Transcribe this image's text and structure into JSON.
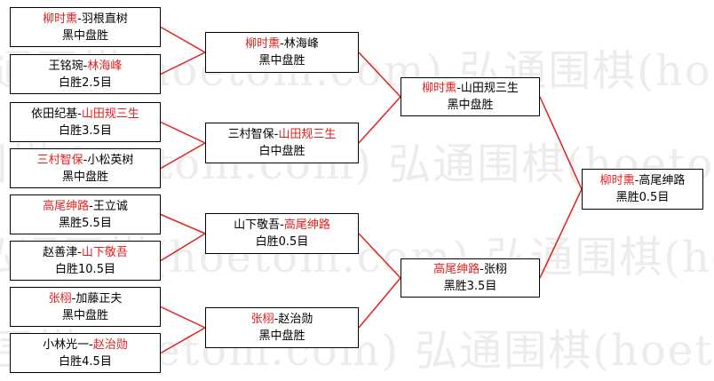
{
  "colors": {
    "line": "#e02020",
    "winner_text": "#e02020",
    "border": "#000000",
    "watermark": "#ececec"
  },
  "watermark": "弘通围棋(hoetom.com) 弘通围棋(hoetom.com) 弘通围棋(hoetom.com)",
  "bracket": {
    "round1": [
      {
        "p1": "柳时熏",
        "sep": "-",
        "p2": "羽根直树",
        "winner": 1,
        "result": "黑中盘胜"
      },
      {
        "p1": "王铭琬",
        "sep": "-",
        "p2": "林海峰",
        "winner": 2,
        "result": "白胜2.5目"
      },
      {
        "p1": "依田纪基",
        "sep": "-",
        "p2": "山田规三生",
        "winner": 2,
        "result": "白胜3.5目"
      },
      {
        "p1": "三村智保",
        "sep": "-",
        "p2": "小松英树",
        "winner": 1,
        "result": "黑中盘胜"
      },
      {
        "p1": "高尾绅路",
        "sep": "-",
        "p2": "王立诚",
        "winner": 1,
        "result": "黑胜5.5目"
      },
      {
        "p1": "赵善津",
        "sep": "-",
        "p2": "山下敬吾",
        "winner": 2,
        "result": "白胜10.5目"
      },
      {
        "p1": "张栩",
        "sep": "-",
        "p2": "加藤正夫",
        "winner": 1,
        "result": "黑中盘胜"
      },
      {
        "p1": "小林光一",
        "sep": "-",
        "p2": "赵治勋",
        "winner": 2,
        "result": "白胜4.5目"
      }
    ],
    "round2": [
      {
        "p1": "柳时熏",
        "sep": "-",
        "p2": "林海峰",
        "winner": 1,
        "result": "黑中盘胜"
      },
      {
        "p1": "三村智保",
        "sep": "-",
        "p2": "山田规三生",
        "winner": 2,
        "result": "白中盘胜"
      },
      {
        "p1": "山下敬吾",
        "sep": "-",
        "p2": "高尾绅路",
        "winner": 2,
        "result": "白胜0.5目"
      },
      {
        "p1": "张栩",
        "sep": "-",
        "p2": "赵治勋",
        "winner": 1,
        "result": "黑中盘胜"
      }
    ],
    "round3": [
      {
        "p1": "柳时熏",
        "sep": "-",
        "p2": "山田规三生",
        "winner": 1,
        "result": "黑中盘胜"
      },
      {
        "p1": "高尾绅路",
        "sep": "-",
        "p2": "张栩",
        "winner": 1,
        "result": "黑胜3.5目"
      }
    ],
    "final": [
      {
        "p1": "柳时熏",
        "sep": "-",
        "p2": "高尾绅路",
        "winner": 1,
        "result": "黑胜0.5目"
      }
    ]
  }
}
